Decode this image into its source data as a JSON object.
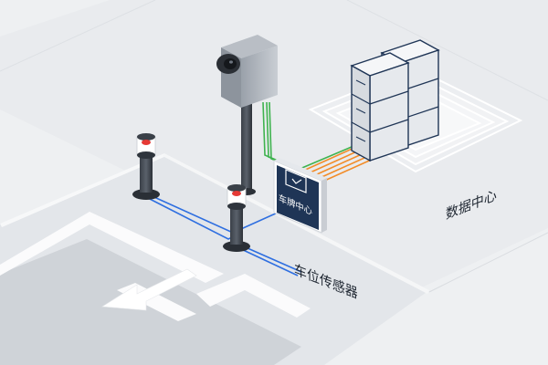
{
  "labels": {
    "plate_center": "车牌中心",
    "data_center": "数据中心",
    "parking_sensor": "车位传感器"
  },
  "icons": {
    "camera": "camera-icon",
    "plate_center_box": "screen-icon",
    "server": "server-rack-icon",
    "sensor": "bollard-sensor-icon",
    "arrow": "lane-arrow-icon"
  },
  "colors": {
    "background": "#eef0f2",
    "platform": "#e2e5e9",
    "lane": "#cdd1d6",
    "lane_line": "#ffffff",
    "blue_cable": "#2f6fe0",
    "green_cable": "#3fb34f",
    "orange_cable": "#f28c28",
    "navy": "#1f3556",
    "sensor_led": "#e53935"
  }
}
